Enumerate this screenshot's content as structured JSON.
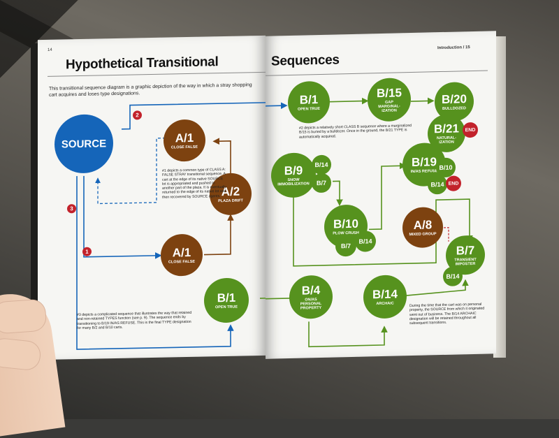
{
  "left_page": {
    "page_number": "14",
    "title": "Hypothetical Transitional",
    "intro": "This transitional sequence diagram is a graphic depiction of the way in which a stray shopping cart acquires and loses type designations.",
    "note_1": "#1 depicts a common type of CLASS A: FALSE STRAY transitional sequence. A cart at the edge of its native SOURCE lot is appropriated and pushed to another part of the plaza. It is eventually returned to the edge of its native lot and then recovered by SOURCE agents.",
    "note_3": "#3 depicts a complicated sequence that illustrates the way that retained and non-retained TYPES function (see p. 9). The sequence ends by transitioning to B/19 IN/AS REFUSE. This is the final TYPE designation for many B/2 and B/10 carts.",
    "markers": [
      "1",
      "2",
      "3"
    ]
  },
  "right_page": {
    "header": "Introduction / 15",
    "title": "Sequences",
    "note_2": "#2 depicts a relatively short CLASS B sequence where a marginalized B/15 is buried by a bulldozer. Once in the ground, the B/21 TYPE is automatically acquired.",
    "note_bottom": "During the time that the cart was on personal property, the SOURCE from which it originated went out of business. The B/14 ARCHAIC designation will be retained throughout all subsequent transitions."
  },
  "nodes": {
    "source": {
      "code": "SOURCE",
      "label": ""
    },
    "a1_top": {
      "code": "A/1",
      "label": "CLOSE FALSE"
    },
    "a2": {
      "code": "A/2",
      "label": "PLAZA DRIFT"
    },
    "a1_bottom": {
      "code": "A/1",
      "label": "CLOSE FALSE"
    },
    "b1_bottom": {
      "code": "B/1",
      "label": "OPEN TRUE"
    },
    "b1_top": {
      "code": "B/1",
      "label": "OPEN TRUE"
    },
    "b15": {
      "code": "B/15",
      "label": "GAP MARGINAL-IZATION"
    },
    "b20": {
      "code": "B/20",
      "label": "BULLDOZED"
    },
    "b21": {
      "code": "B/21",
      "label": "NATURAL-IZATION"
    },
    "b9": {
      "code": "B/9",
      "label": "SNOW IMMOBILIZATION"
    },
    "b14_a": {
      "code": "B/14",
      "label": ""
    },
    "b7_a": {
      "code": "B/7",
      "label": ""
    },
    "b19": {
      "code": "B/19",
      "label": "IN/AS REFUSE"
    },
    "b10_a": {
      "code": "B/10",
      "label": ""
    },
    "b14_b": {
      "code": "B/14",
      "label": ""
    },
    "b10": {
      "code": "B/10",
      "label": "PLOW CRUSH"
    },
    "b7_b": {
      "code": "B/7",
      "label": ""
    },
    "b14_c": {
      "code": "B/14",
      "label": ""
    },
    "a8": {
      "code": "A/8",
      "label": "MIXED GROUP"
    },
    "b7": {
      "code": "B/7",
      "label": "TRANSIENT IMPOSTER"
    },
    "b14_d": {
      "code": "B/14",
      "label": ""
    },
    "b4": {
      "code": "B/4",
      "label": "ON/AS PERSONAL PROPERTY"
    },
    "b14_archaic": {
      "code": "B/14",
      "label": "ARCHAIC"
    },
    "end_1": {
      "code": "END"
    },
    "end_2": {
      "code": "END"
    }
  },
  "colors": {
    "green": "#56921e",
    "brown": "#7d4210",
    "blue": "#1565b9",
    "red": "#c2222b"
  }
}
